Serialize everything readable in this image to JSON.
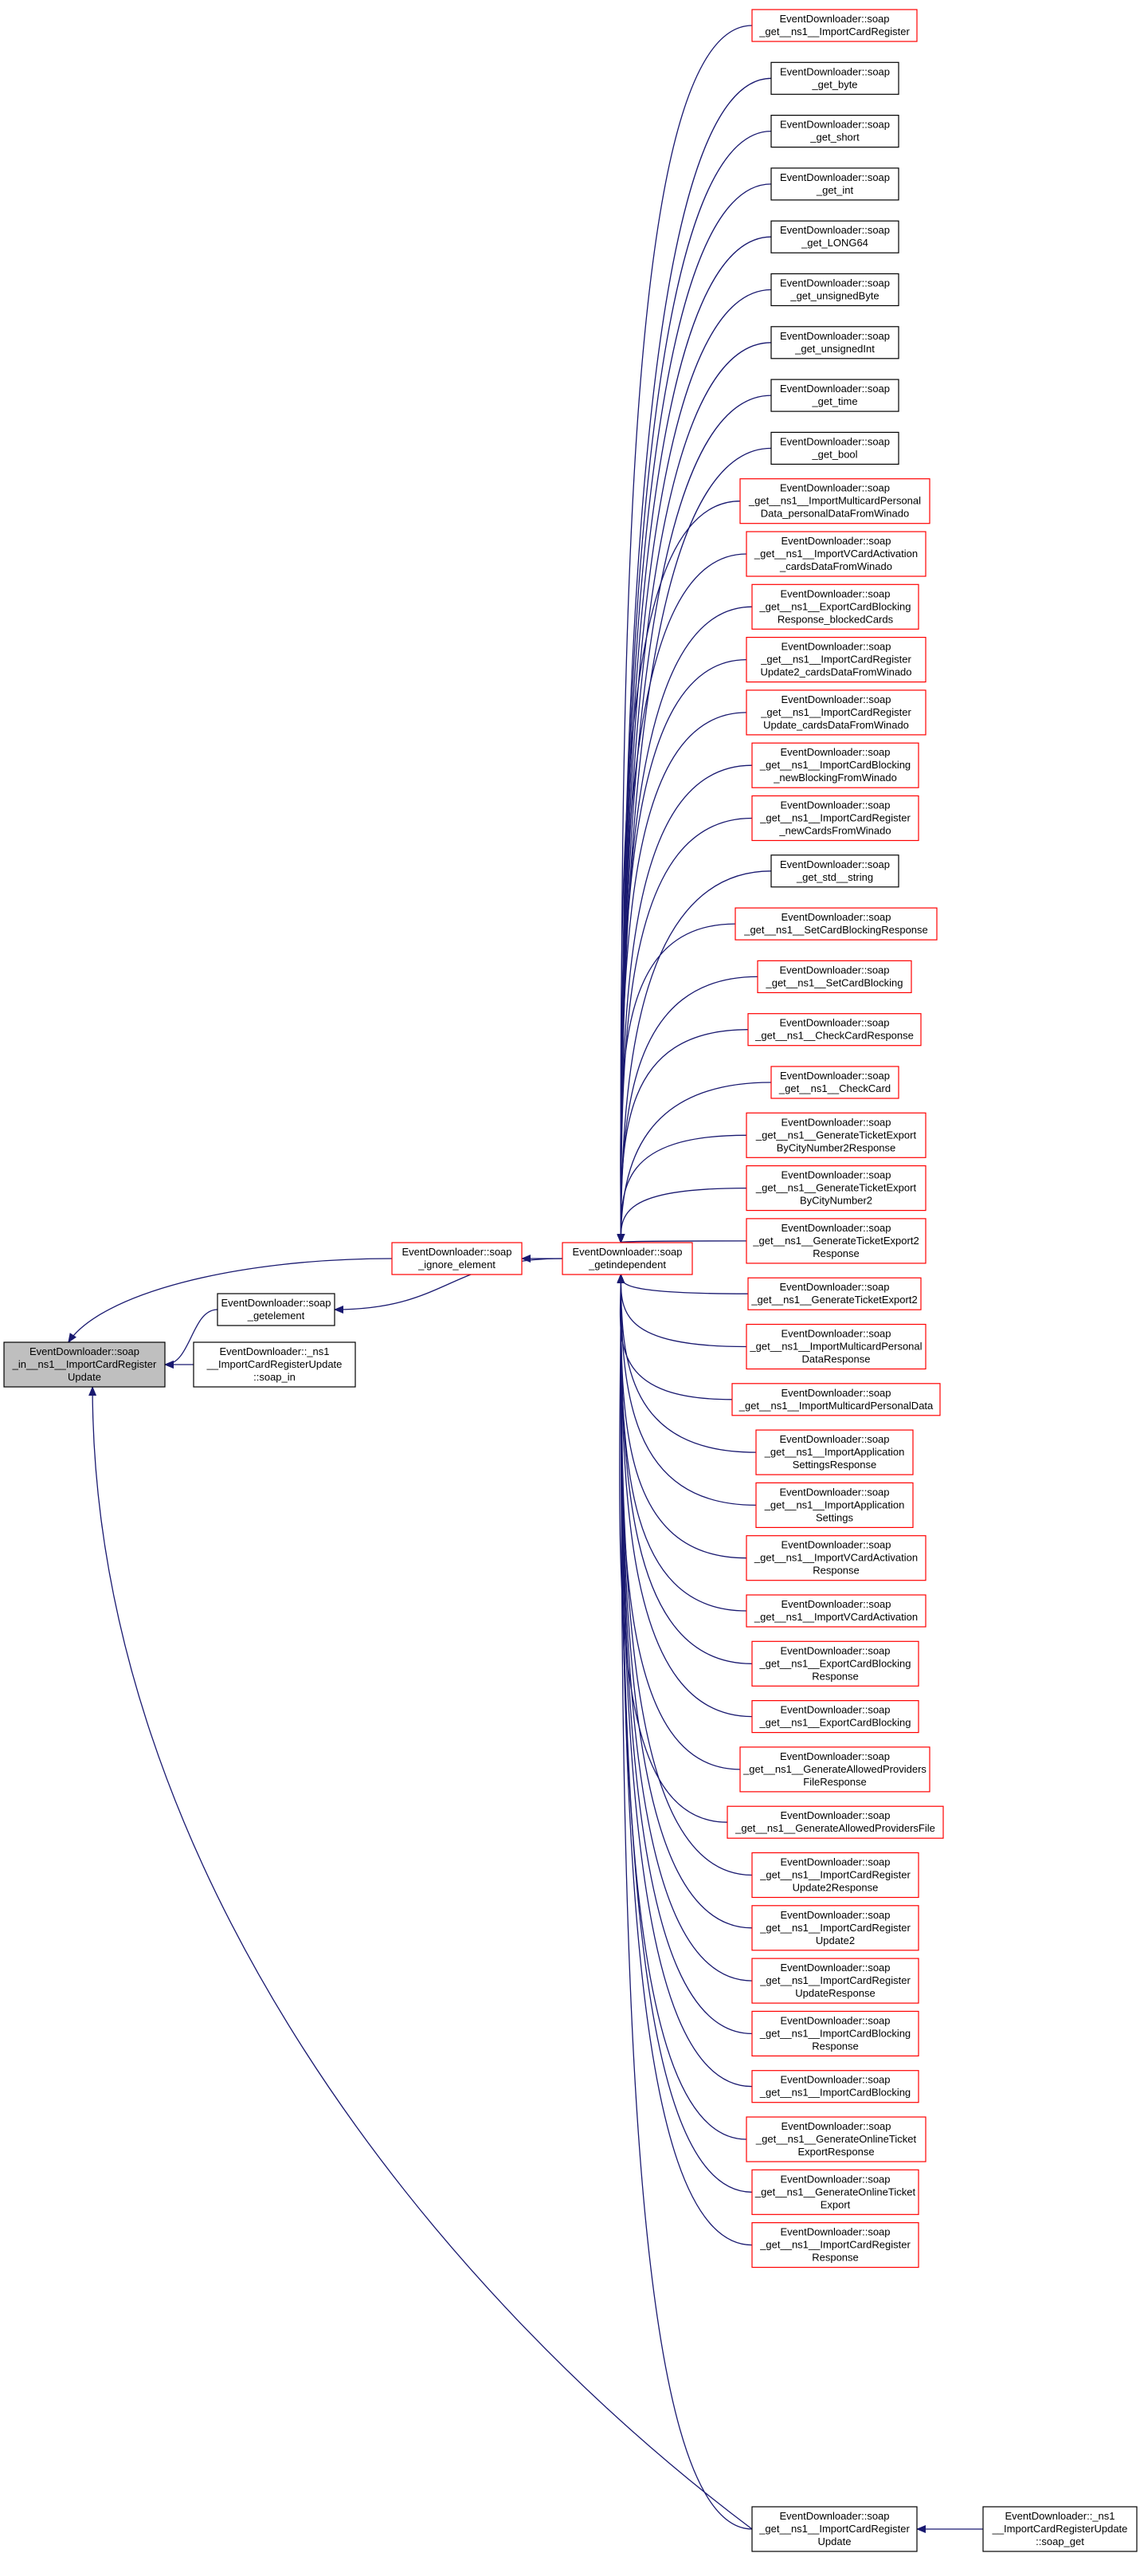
{
  "colors": {
    "edge": "#191970",
    "box_black": "#000000",
    "box_red": "#ff0000",
    "root_fill": "#bfbfbf",
    "box_fill": "#ffffff"
  },
  "nodes": [
    {
      "id": "root",
      "lines": [
        "EventDownloader::soap",
        "_in__ns1__ImportCardRegister",
        "Update"
      ],
      "border": "black",
      "root": true
    },
    {
      "id": "ignore_element",
      "lines": [
        "EventDownloader::soap",
        "_ignore_element"
      ],
      "border": "red"
    },
    {
      "id": "getelement",
      "lines": [
        "EventDownloader::soap",
        "_getelement"
      ],
      "border": "black"
    },
    {
      "id": "soap_in",
      "lines": [
        "EventDownloader::_ns1",
        "__ImportCardRegisterUpdate",
        "::soap_in"
      ],
      "border": "black"
    },
    {
      "id": "getindependent",
      "lines": [
        "EventDownloader::soap",
        "_getindependent"
      ],
      "border": "red"
    },
    {
      "id": "r0",
      "lines": [
        "EventDownloader::soap",
        "_get__ns1__ImportCardRegister"
      ],
      "border": "red"
    },
    {
      "id": "r1",
      "lines": [
        "EventDownloader::soap",
        "_get_byte"
      ],
      "border": "black"
    },
    {
      "id": "r2",
      "lines": [
        "EventDownloader::soap",
        "_get_short"
      ],
      "border": "black"
    },
    {
      "id": "r3",
      "lines": [
        "EventDownloader::soap",
        "_get_int"
      ],
      "border": "black"
    },
    {
      "id": "r4",
      "lines": [
        "EventDownloader::soap",
        "_get_LONG64"
      ],
      "border": "black"
    },
    {
      "id": "r5",
      "lines": [
        "EventDownloader::soap",
        "_get_unsignedByte"
      ],
      "border": "black"
    },
    {
      "id": "r6",
      "lines": [
        "EventDownloader::soap",
        "_get_unsignedInt"
      ],
      "border": "black"
    },
    {
      "id": "r7",
      "lines": [
        "EventDownloader::soap",
        "_get_time"
      ],
      "border": "black"
    },
    {
      "id": "r8",
      "lines": [
        "EventDownloader::soap",
        "_get_bool"
      ],
      "border": "black"
    },
    {
      "id": "r9",
      "lines": [
        "EventDownloader::soap",
        "_get__ns1__ImportMulticardPersonal",
        "Data_personalDataFromWinado"
      ],
      "border": "red"
    },
    {
      "id": "r10",
      "lines": [
        "EventDownloader::soap",
        "_get__ns1__ImportVCardActivation",
        "_cardsDataFromWinado"
      ],
      "border": "red"
    },
    {
      "id": "r11",
      "lines": [
        "EventDownloader::soap",
        "_get__ns1__ExportCardBlocking",
        "Response_blockedCards"
      ],
      "border": "red"
    },
    {
      "id": "r12",
      "lines": [
        "EventDownloader::soap",
        "_get__ns1__ImportCardRegister",
        "Update2_cardsDataFromWinado"
      ],
      "border": "red"
    },
    {
      "id": "r13",
      "lines": [
        "EventDownloader::soap",
        "_get__ns1__ImportCardRegister",
        "Update_cardsDataFromWinado"
      ],
      "border": "red"
    },
    {
      "id": "r14",
      "lines": [
        "EventDownloader::soap",
        "_get__ns1__ImportCardBlocking",
        "_newBlockingFromWinado"
      ],
      "border": "red"
    },
    {
      "id": "r15",
      "lines": [
        "EventDownloader::soap",
        "_get__ns1__ImportCardRegister",
        "_newCardsFromWinado"
      ],
      "border": "red"
    },
    {
      "id": "r16",
      "lines": [
        "EventDownloader::soap",
        "_get_std__string"
      ],
      "border": "black"
    },
    {
      "id": "r17",
      "lines": [
        "EventDownloader::soap",
        "_get__ns1__SetCardBlockingResponse"
      ],
      "border": "red"
    },
    {
      "id": "r18",
      "lines": [
        "EventDownloader::soap",
        "_get__ns1__SetCardBlocking"
      ],
      "border": "red"
    },
    {
      "id": "r19",
      "lines": [
        "EventDownloader::soap",
        "_get__ns1__CheckCardResponse"
      ],
      "border": "red"
    },
    {
      "id": "r20",
      "lines": [
        "EventDownloader::soap",
        "_get__ns1__CheckCard"
      ],
      "border": "red"
    },
    {
      "id": "r21",
      "lines": [
        "EventDownloader::soap",
        "_get__ns1__GenerateTicketExport",
        "ByCityNumber2Response"
      ],
      "border": "red"
    },
    {
      "id": "r22",
      "lines": [
        "EventDownloader::soap",
        "_get__ns1__GenerateTicketExport",
        "ByCityNumber2"
      ],
      "border": "red"
    },
    {
      "id": "r23",
      "lines": [
        "EventDownloader::soap",
        "_get__ns1__GenerateTicketExport2",
        "Response"
      ],
      "border": "red"
    },
    {
      "id": "r24",
      "lines": [
        "EventDownloader::soap",
        "_get__ns1__GenerateTicketExport2"
      ],
      "border": "red"
    },
    {
      "id": "r25",
      "lines": [
        "EventDownloader::soap",
        "_get__ns1__ImportMulticardPersonal",
        "DataResponse"
      ],
      "border": "red"
    },
    {
      "id": "r26",
      "lines": [
        "EventDownloader::soap",
        "_get__ns1__ImportMulticardPersonalData"
      ],
      "border": "red"
    },
    {
      "id": "r27",
      "lines": [
        "EventDownloader::soap",
        "_get__ns1__ImportApplication",
        "SettingsResponse"
      ],
      "border": "red"
    },
    {
      "id": "r28",
      "lines": [
        "EventDownloader::soap",
        "_get__ns1__ImportApplication",
        "Settings"
      ],
      "border": "red"
    },
    {
      "id": "r29",
      "lines": [
        "EventDownloader::soap",
        "_get__ns1__ImportVCardActivation",
        "Response"
      ],
      "border": "red"
    },
    {
      "id": "r30",
      "lines": [
        "EventDownloader::soap",
        "_get__ns1__ImportVCardActivation"
      ],
      "border": "red"
    },
    {
      "id": "r31",
      "lines": [
        "EventDownloader::soap",
        "_get__ns1__ExportCardBlocking",
        "Response"
      ],
      "border": "red"
    },
    {
      "id": "r32",
      "lines": [
        "EventDownloader::soap",
        "_get__ns1__ExportCardBlocking"
      ],
      "border": "red"
    },
    {
      "id": "r33",
      "lines": [
        "EventDownloader::soap",
        "_get__ns1__GenerateAllowedProviders",
        "FileResponse"
      ],
      "border": "red"
    },
    {
      "id": "r34",
      "lines": [
        "EventDownloader::soap",
        "_get__ns1__GenerateAllowedProvidersFile"
      ],
      "border": "red"
    },
    {
      "id": "r35",
      "lines": [
        "EventDownloader::soap",
        "_get__ns1__ImportCardRegister",
        "Update2Response"
      ],
      "border": "red"
    },
    {
      "id": "r36",
      "lines": [
        "EventDownloader::soap",
        "_get__ns1__ImportCardRegister",
        "Update2"
      ],
      "border": "red"
    },
    {
      "id": "r37",
      "lines": [
        "EventDownloader::soap",
        "_get__ns1__ImportCardRegister",
        "UpdateResponse"
      ],
      "border": "red"
    },
    {
      "id": "r38",
      "lines": [
        "EventDownloader::soap",
        "_get__ns1__ImportCardBlocking",
        "Response"
      ],
      "border": "red"
    },
    {
      "id": "r39",
      "lines": [
        "EventDownloader::soap",
        "_get__ns1__ImportCardBlocking"
      ],
      "border": "red"
    },
    {
      "id": "r40",
      "lines": [
        "EventDownloader::soap",
        "_get__ns1__GenerateOnlineTicket",
        "ExportResponse"
      ],
      "border": "red"
    },
    {
      "id": "r41",
      "lines": [
        "EventDownloader::soap",
        "_get__ns1__GenerateOnlineTicket",
        "Export"
      ],
      "border": "red"
    },
    {
      "id": "r42",
      "lines": [
        "EventDownloader::soap",
        "_get__ns1__ImportCardRegister",
        "Response"
      ],
      "border": "red"
    },
    {
      "id": "r43",
      "lines": [
        "EventDownloader::soap",
        "_get__ns1__ImportCardRegister",
        "Update"
      ],
      "border": "black"
    },
    {
      "id": "soap_get",
      "lines": [
        "EventDownloader::_ns1",
        "__ImportCardRegisterUpdate",
        "::soap_get"
      ],
      "border": "black"
    }
  ],
  "edges": [
    {
      "from": "ignore_element",
      "to": "root"
    },
    {
      "from": "getelement",
      "to": "root"
    },
    {
      "from": "soap_in",
      "to": "root"
    },
    {
      "from": "r43",
      "to": "root"
    },
    {
      "from": "getindependent",
      "to": "ignore_element"
    },
    {
      "from": "getindependent",
      "to": "getelement"
    },
    {
      "from": "r0",
      "to": "getindependent"
    },
    {
      "from": "r1",
      "to": "getindependent"
    },
    {
      "from": "r2",
      "to": "getindependent"
    },
    {
      "from": "r3",
      "to": "getindependent"
    },
    {
      "from": "r4",
      "to": "getindependent"
    },
    {
      "from": "r5",
      "to": "getindependent"
    },
    {
      "from": "r6",
      "to": "getindependent"
    },
    {
      "from": "r7",
      "to": "getindependent"
    },
    {
      "from": "r8",
      "to": "getindependent"
    },
    {
      "from": "r9",
      "to": "getindependent"
    },
    {
      "from": "r10",
      "to": "getindependent"
    },
    {
      "from": "r11",
      "to": "getindependent"
    },
    {
      "from": "r12",
      "to": "getindependent"
    },
    {
      "from": "r13",
      "to": "getindependent"
    },
    {
      "from": "r14",
      "to": "getindependent"
    },
    {
      "from": "r15",
      "to": "getindependent"
    },
    {
      "from": "r16",
      "to": "getindependent"
    },
    {
      "from": "r17",
      "to": "getindependent"
    },
    {
      "from": "r18",
      "to": "getindependent"
    },
    {
      "from": "r19",
      "to": "getindependent"
    },
    {
      "from": "r20",
      "to": "getindependent"
    },
    {
      "from": "r21",
      "to": "getindependent"
    },
    {
      "from": "r22",
      "to": "getindependent"
    },
    {
      "from": "r23",
      "to": "getindependent"
    },
    {
      "from": "r24",
      "to": "getindependent"
    },
    {
      "from": "r25",
      "to": "getindependent"
    },
    {
      "from": "r26",
      "to": "getindependent"
    },
    {
      "from": "r27",
      "to": "getindependent"
    },
    {
      "from": "r28",
      "to": "getindependent"
    },
    {
      "from": "r29",
      "to": "getindependent"
    },
    {
      "from": "r30",
      "to": "getindependent"
    },
    {
      "from": "r31",
      "to": "getindependent"
    },
    {
      "from": "r32",
      "to": "getindependent"
    },
    {
      "from": "r33",
      "to": "getindependent"
    },
    {
      "from": "r34",
      "to": "getindependent"
    },
    {
      "from": "r35",
      "to": "getindependent"
    },
    {
      "from": "r36",
      "to": "getindependent"
    },
    {
      "from": "r37",
      "to": "getindependent"
    },
    {
      "from": "r38",
      "to": "getindependent"
    },
    {
      "from": "r39",
      "to": "getindependent"
    },
    {
      "from": "r40",
      "to": "getindependent"
    },
    {
      "from": "r41",
      "to": "getindependent"
    },
    {
      "from": "r42",
      "to": "getindependent"
    },
    {
      "from": "r43",
      "to": "getindependent"
    },
    {
      "from": "soap_get",
      "to": "r43"
    }
  ]
}
